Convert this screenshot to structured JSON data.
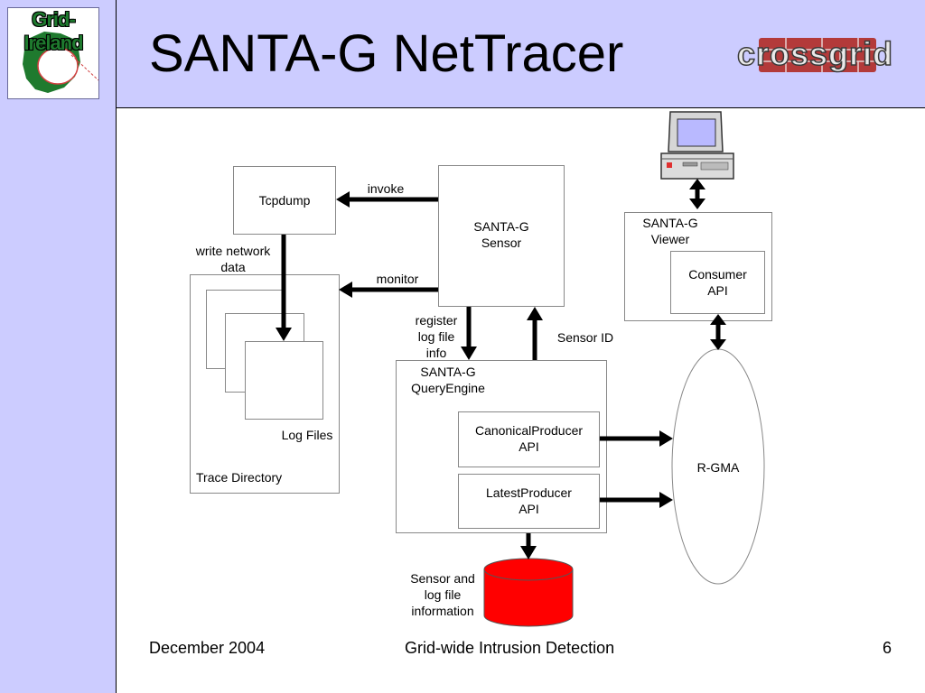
{
  "header": {
    "title": "SANTA-G NetTracer",
    "logo_left_text": "Grid-Ireland",
    "logo_right_text": "crossgrid"
  },
  "diagram": {
    "tcpdump": "Tcpdump",
    "sensor": [
      "SANTA-G",
      "Sensor"
    ],
    "viewer": [
      "SANTA-G",
      "Viewer"
    ],
    "consumer_api": [
      "Consumer",
      "API"
    ],
    "write_network_data": [
      "write network",
      "data"
    ],
    "invoke": "invoke",
    "monitor": "monitor",
    "register_log_info": [
      "register",
      "log file",
      "info"
    ],
    "sensor_id": "Sensor ID",
    "query_engine": [
      "SANTA-G",
      "QueryEngine"
    ],
    "canonical_producer": [
      "CanonicalProducer",
      "API"
    ],
    "latest_producer": [
      "LatestProducer",
      "API"
    ],
    "log_files": "Log Files",
    "trace_directory": "Trace Directory",
    "rgma": "R-GMA",
    "database_label": [
      "Sensor and",
      "log file",
      "information"
    ]
  },
  "colors": {
    "band": "#ccccff",
    "database_fill": "#ff0000",
    "arrow": "#000000"
  },
  "footer": {
    "date": "December 2004",
    "center": "Grid-wide Intrusion Detection",
    "page_number": "6"
  }
}
